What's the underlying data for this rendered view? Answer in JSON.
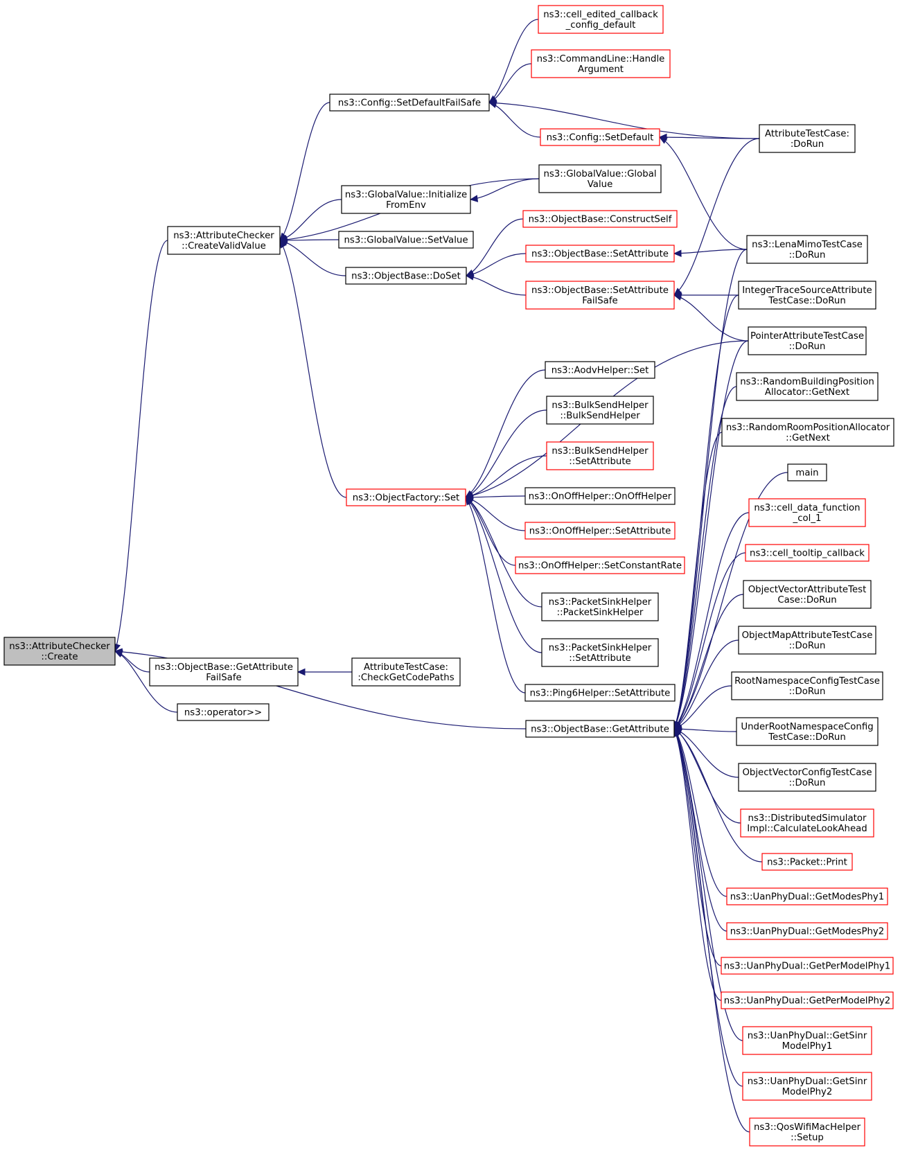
{
  "diagram": {
    "nodes": {
      "root": {
        "lines": [
          "ns3::AttributeChecker",
          "::Create"
        ],
        "style": "root"
      },
      "createValid": {
        "lines": [
          "ns3::AttributeChecker",
          "::CreateValidValue"
        ],
        "style": "normal"
      },
      "getAttrFailSafe": {
        "lines": [
          "ns3::ObjectBase::GetAttribute",
          "FailSafe"
        ],
        "style": "normal"
      },
      "operatorShift": {
        "lines": [
          "ns3::operator>>"
        ],
        "style": "normal"
      },
      "checkGetCodePaths": {
        "lines": [
          "AttributeTestCase:",
          ":CheckGetCodePaths"
        ],
        "style": "normal"
      },
      "setDefaultFailSafe": {
        "lines": [
          "ns3::Config::SetDefaultFailSafe"
        ],
        "style": "normal"
      },
      "gvInitFromEnv": {
        "lines": [
          "ns3::GlobalValue::Initialize",
          "FromEnv"
        ],
        "style": "normal"
      },
      "gvSetValue": {
        "lines": [
          "ns3::GlobalValue::SetValue"
        ],
        "style": "normal"
      },
      "obDoSet": {
        "lines": [
          "ns3::ObjectBase::DoSet"
        ],
        "style": "normal"
      },
      "ofSet": {
        "lines": [
          "ns3::ObjectFactory::Set"
        ],
        "style": "trunc"
      },
      "obGetAttribute": {
        "lines": [
          "ns3::ObjectBase::GetAttribute"
        ],
        "style": "normal"
      },
      "cellEdited": {
        "lines": [
          "ns3::cell_edited_callback",
          "_config_default"
        ],
        "style": "trunc"
      },
      "cmdHandle": {
        "lines": [
          "ns3::CommandLine::Handle",
          "Argument"
        ],
        "style": "trunc"
      },
      "cfgSetDefault": {
        "lines": [
          "ns3::Config::SetDefault"
        ],
        "style": "trunc"
      },
      "gvGlobalValue": {
        "lines": [
          "ns3::GlobalValue::Global",
          "Value"
        ],
        "style": "normal"
      },
      "obConstructSelf": {
        "lines": [
          "ns3::ObjectBase::ConstructSelf"
        ],
        "style": "trunc"
      },
      "obSetAttribute": {
        "lines": [
          "ns3::ObjectBase::SetAttribute"
        ],
        "style": "trunc"
      },
      "obSetAttrFailSafe": {
        "lines": [
          "ns3::ObjectBase::SetAttribute",
          "FailSafe"
        ],
        "style": "trunc"
      },
      "aodvSet": {
        "lines": [
          "ns3::AodvHelper::Set"
        ],
        "style": "normal"
      },
      "bulkCtor": {
        "lines": [
          "ns3::BulkSendHelper",
          "::BulkSendHelper"
        ],
        "style": "normal"
      },
      "bulkSetAttr": {
        "lines": [
          "ns3::BulkSendHelper",
          "::SetAttribute"
        ],
        "style": "trunc"
      },
      "onoffCtor": {
        "lines": [
          "ns3::OnOffHelper::OnOffHelper"
        ],
        "style": "normal"
      },
      "onoffSetAttr": {
        "lines": [
          "ns3::OnOffHelper::SetAttribute"
        ],
        "style": "trunc"
      },
      "onoffSetRate": {
        "lines": [
          "ns3::OnOffHelper::SetConstantRate"
        ],
        "style": "trunc"
      },
      "sinkCtor": {
        "lines": [
          "ns3::PacketSinkHelper",
          "::PacketSinkHelper"
        ],
        "style": "normal"
      },
      "sinkSetAttr": {
        "lines": [
          "ns3::PacketSinkHelper",
          "::SetAttribute"
        ],
        "style": "normal"
      },
      "ping6SetAttr": {
        "lines": [
          "ns3::Ping6Helper::SetAttribute"
        ],
        "style": "normal"
      },
      "attrTestDoRun": {
        "lines": [
          "AttributeTestCase:",
          ":DoRun"
        ],
        "style": "normal"
      },
      "lenaMimo": {
        "lines": [
          "ns3::LenaMimoTestCase",
          "::DoRun"
        ],
        "style": "normal"
      },
      "intTrace": {
        "lines": [
          "IntegerTraceSourceAttribute",
          "TestCase::DoRun"
        ],
        "style": "normal"
      },
      "pointerAttr": {
        "lines": [
          "PointerAttributeTestCase",
          "::DoRun"
        ],
        "style": "normal"
      },
      "randBuilding": {
        "lines": [
          "ns3::RandomBuildingPosition",
          "Allocator::GetNext"
        ],
        "style": "normal"
      },
      "randRoom": {
        "lines": [
          "ns3::RandomRoomPositionAllocator",
          "::GetNext"
        ],
        "style": "normal"
      },
      "main": {
        "lines": [
          "main"
        ],
        "style": "normal"
      },
      "cellDataFn": {
        "lines": [
          "ns3::cell_data_function",
          "_col_1"
        ],
        "style": "trunc"
      },
      "cellTooltip": {
        "lines": [
          "ns3::cell_tooltip_callback"
        ],
        "style": "trunc"
      },
      "objVecAttr": {
        "lines": [
          "ObjectVectorAttributeTest",
          "Case::DoRun"
        ],
        "style": "normal"
      },
      "objMapAttr": {
        "lines": [
          "ObjectMapAttributeTestCase",
          "::DoRun"
        ],
        "style": "normal"
      },
      "rootNs": {
        "lines": [
          "RootNamespaceConfigTestCase",
          "::DoRun"
        ],
        "style": "normal"
      },
      "underRootNs": {
        "lines": [
          "UnderRootNamespaceConfig",
          "TestCase::DoRun"
        ],
        "style": "normal"
      },
      "objVecConfig": {
        "lines": [
          "ObjectVectorConfigTestCase",
          "::DoRun"
        ],
        "style": "normal"
      },
      "distSim": {
        "lines": [
          "ns3::DistributedSimulator",
          "Impl::CalculateLookAhead"
        ],
        "style": "trunc"
      },
      "packetPrint": {
        "lines": [
          "ns3::Packet::Print"
        ],
        "style": "trunc"
      },
      "uanModes1": {
        "lines": [
          "ns3::UanPhyDual::GetModesPhy1"
        ],
        "style": "trunc"
      },
      "uanModes2": {
        "lines": [
          "ns3::UanPhyDual::GetModesPhy2"
        ],
        "style": "trunc"
      },
      "uanPer1": {
        "lines": [
          "ns3::UanPhyDual::GetPerModelPhy1"
        ],
        "style": "trunc"
      },
      "uanPer2": {
        "lines": [
          "ns3::UanPhyDual::GetPerModelPhy2"
        ],
        "style": "trunc"
      },
      "uanSinr1": {
        "lines": [
          "ns3::UanPhyDual::GetSinr",
          "ModelPhy1"
        ],
        "style": "trunc"
      },
      "uanSinr2": {
        "lines": [
          "ns3::UanPhyDual::GetSinr",
          "ModelPhy2"
        ],
        "style": "trunc"
      },
      "qosSetup": {
        "lines": [
          "ns3::QosWifiMacHelper",
          "::Setup"
        ],
        "style": "trunc"
      }
    },
    "edges": [
      [
        "createValid",
        "root"
      ],
      [
        "getAttrFailSafe",
        "root"
      ],
      [
        "operatorShift",
        "root"
      ],
      [
        "obGetAttribute",
        "root"
      ],
      [
        "checkGetCodePaths",
        "getAttrFailSafe"
      ],
      [
        "setDefaultFailSafe",
        "createValid"
      ],
      [
        "gvGlobalValue",
        "createValid"
      ],
      [
        "gvInitFromEnv",
        "createValid"
      ],
      [
        "gvSetValue",
        "createValid"
      ],
      [
        "obDoSet",
        "createValid"
      ],
      [
        "ofSet",
        "createValid"
      ],
      [
        "cellEdited",
        "setDefaultFailSafe"
      ],
      [
        "cmdHandle",
        "setDefaultFailSafe"
      ],
      [
        "attrTestDoRun",
        "setDefaultFailSafe"
      ],
      [
        "cfgSetDefault",
        "setDefaultFailSafe"
      ],
      [
        "attrTestDoRun",
        "cfgSetDefault"
      ],
      [
        "lenaMimo",
        "cfgSetDefault"
      ],
      [
        "gvGlobalValue",
        "gvInitFromEnv"
      ],
      [
        "obConstructSelf",
        "obDoSet"
      ],
      [
        "obSetAttribute",
        "obDoSet"
      ],
      [
        "obSetAttrFailSafe",
        "obDoSet"
      ],
      [
        "lenaMimo",
        "obSetAttribute"
      ],
      [
        "attrTestDoRun",
        "obSetAttrFailSafe"
      ],
      [
        "intTrace",
        "obSetAttrFailSafe"
      ],
      [
        "pointerAttr",
        "obSetAttrFailSafe"
      ],
      [
        "pointerAttr",
        "ofSet"
      ],
      [
        "aodvSet",
        "ofSet"
      ],
      [
        "bulkCtor",
        "ofSet"
      ],
      [
        "bulkSetAttr",
        "ofSet"
      ],
      [
        "onoffCtor",
        "ofSet"
      ],
      [
        "onoffSetAttr",
        "ofSet"
      ],
      [
        "onoffSetRate",
        "ofSet"
      ],
      [
        "sinkCtor",
        "ofSet"
      ],
      [
        "sinkSetAttr",
        "ofSet"
      ],
      [
        "ping6SetAttr",
        "ofSet"
      ],
      [
        "lenaMimo",
        "obGetAttribute"
      ],
      [
        "intTrace",
        "obGetAttribute"
      ],
      [
        "pointerAttr",
        "obGetAttribute"
      ],
      [
        "randBuilding",
        "obGetAttribute"
      ],
      [
        "randRoom",
        "obGetAttribute"
      ],
      [
        "main",
        "obGetAttribute"
      ],
      [
        "cellDataFn",
        "obGetAttribute"
      ],
      [
        "cellTooltip",
        "obGetAttribute"
      ],
      [
        "objVecAttr",
        "obGetAttribute"
      ],
      [
        "objMapAttr",
        "obGetAttribute"
      ],
      [
        "rootNs",
        "obGetAttribute"
      ],
      [
        "underRootNs",
        "obGetAttribute"
      ],
      [
        "objVecConfig",
        "obGetAttribute"
      ],
      [
        "distSim",
        "obGetAttribute"
      ],
      [
        "packetPrint",
        "obGetAttribute"
      ],
      [
        "uanModes1",
        "obGetAttribute"
      ],
      [
        "uanModes2",
        "obGetAttribute"
      ],
      [
        "uanPer1",
        "obGetAttribute"
      ],
      [
        "uanPer2",
        "obGetAttribute"
      ],
      [
        "uanSinr1",
        "obGetAttribute"
      ],
      [
        "uanSinr2",
        "obGetAttribute"
      ],
      [
        "qosSetup",
        "obGetAttribute"
      ]
    ]
  }
}
